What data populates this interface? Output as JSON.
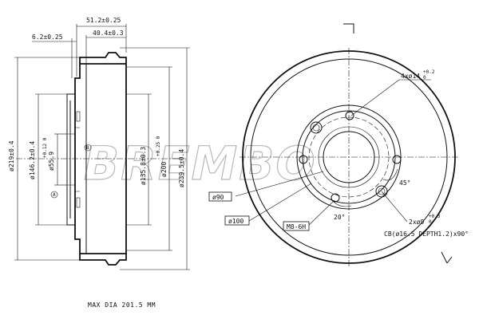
{
  "watermark": "BREMBO",
  "side_view": {
    "top_dims": [
      "51.2±0.25",
      "40.4±0.3",
      "6.2±0.25"
    ],
    "left_dims": [
      "ø219±0.4",
      "ø146.2±0.4",
      "ø55.9"
    ],
    "small_tol": "+0.12\n 0",
    "right_dims": [
      "ø135.8±0.3",
      "ø200",
      "ø239.5±0.4"
    ],
    "ø200_tol": "+0.25\n 0",
    "marker_a": "A",
    "marker_b": "B"
  },
  "front_view": {
    "labels": {
      "bolt_holes": "4xø14",
      "bolt_tol": "+0.2\n 0",
      "pilot_dia": "ø90",
      "pcd": "ø100",
      "thread": "M8-6H",
      "angle_small": "20°",
      "angle_large": "45°",
      "centering_holes": "2xø9",
      "centering_tol": "+0.3\n 0",
      "chamfer": "CB(ø16.5 DEPTH1.2)x90°"
    }
  },
  "footer_note": "MAX DIA 201.5 MM"
}
